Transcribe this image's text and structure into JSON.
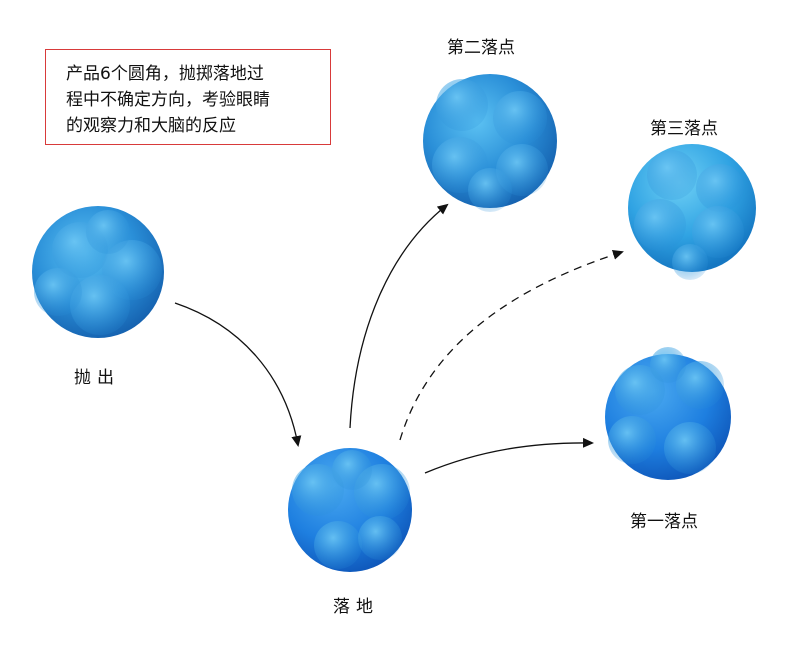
{
  "note": {
    "lines": [
      "产品6个圆角，抛掷落地过",
      "程中不确定方向，考验眼睛",
      "的观察力和大脑的反应"
    ]
  },
  "labels": {
    "throw": "抛出",
    "land": "落地",
    "second_landing": "第二落点",
    "third_landing": "第三落点",
    "first_landing": "第一落点"
  },
  "colors": {
    "ball_main": "#2a8fd8",
    "ball_light": "#4fb0ea",
    "ball_dark": "#1668b8",
    "note_border": "#d83a3a",
    "arrow": "#111111"
  }
}
